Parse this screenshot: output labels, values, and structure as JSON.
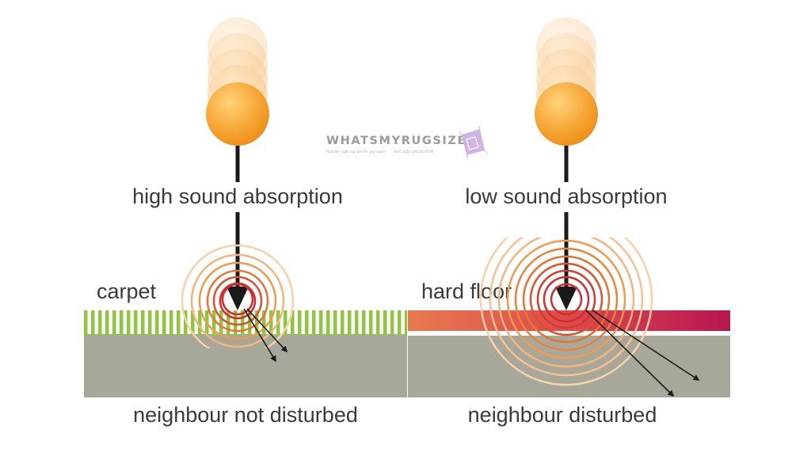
{
  "labels": {
    "left_title": "high sound absorption",
    "right_title": "low sound absorption",
    "left_floor": "carpet",
    "right_floor": "hard floor",
    "left_result": "neighbour not disturbed",
    "right_result": "neighbour disturbed"
  },
  "watermark": {
    "name": "WHATSMYRUGSIZE",
    "tagline_left": "Find the right rug size for any room",
    "tagline_right": "RUG SIZE CALCULATOR"
  },
  "colors": {
    "ball_light": "#ffd27a",
    "ball_dark": "#f49a1f",
    "carpet_stripe": "#8ec63f",
    "floor_start": "#e87a4e",
    "floor_end": "#b81552",
    "ground": "#a8a89a",
    "wave_outer": "#fbd1a7",
    "wave_mid": "#f29a4a",
    "wave_inner": "#d62b2b",
    "arrow": "#1a1a1a",
    "text": "#3a3a3a",
    "watermark": "#8a8a8a",
    "watermark_accent": "#c9a7df"
  }
}
